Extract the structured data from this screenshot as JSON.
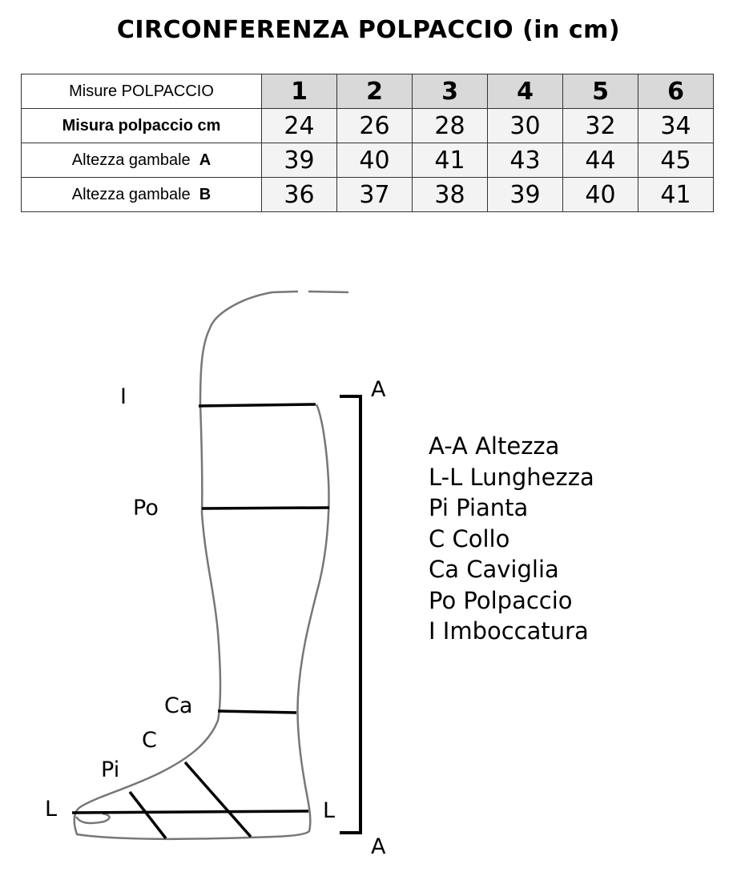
{
  "title": "CIRCONFERENZA POLPACCIO (in cm)",
  "table": {
    "header_label": "Misure POLPACCIO",
    "sizes": [
      "1",
      "2",
      "3",
      "4",
      "5",
      "6"
    ],
    "rows": [
      {
        "label": "Misura polpaccio cm",
        "bold_suffix": "",
        "values": [
          "24",
          "26",
          "28",
          "30",
          "32",
          "34"
        ]
      },
      {
        "label": "Altezza gambale ",
        "bold_suffix": "A",
        "values": [
          "39",
          "40",
          "41",
          "43",
          "44",
          "45"
        ]
      },
      {
        "label": "Altezza gambale ",
        "bold_suffix": "B",
        "values": [
          "36",
          "37",
          "38",
          "39",
          "40",
          "41"
        ]
      }
    ]
  },
  "diagram": {
    "labels": {
      "I": "I",
      "Po": "Po",
      "Ca": "Ca",
      "C": "C",
      "Pi": "Pi",
      "L_left": "L",
      "L_right": "L",
      "A_top": "A",
      "A_bottom": "A"
    }
  },
  "legend": [
    "A-A Altezza",
    "L-L Lunghezza",
    "Pi Pianta",
    "C Collo",
    "Ca Caviglia",
    "Po Polpaccio",
    "I Imboccatura"
  ]
}
